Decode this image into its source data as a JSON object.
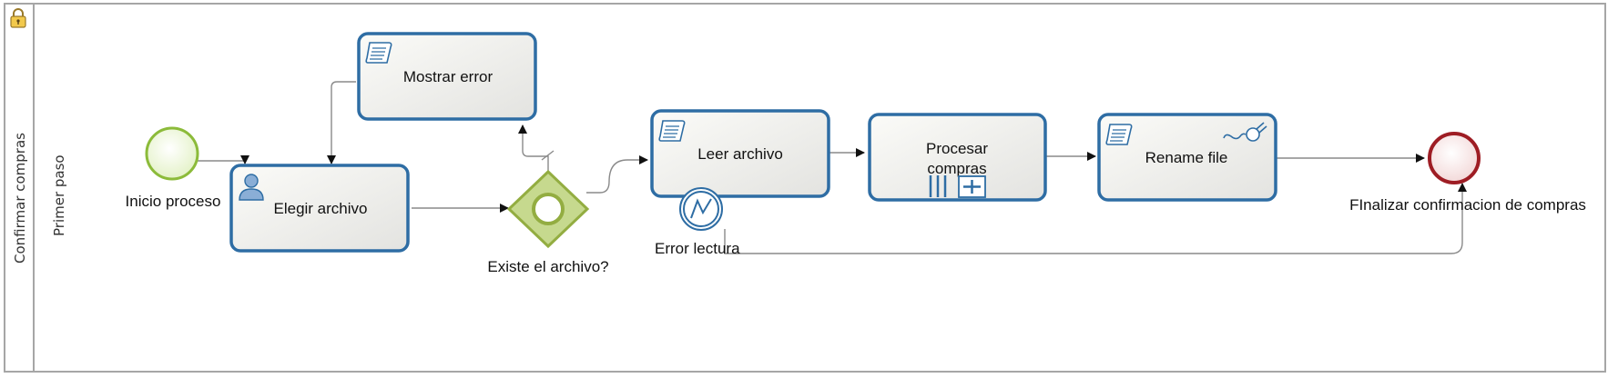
{
  "pool": {
    "label": "Confirmar compras"
  },
  "lane": {
    "label": "Primer paso"
  },
  "events": {
    "start": {
      "label": "Inicio proceso"
    },
    "end": {
      "label": "FInalizar confirmacion de compras"
    },
    "error_boundary": {
      "label": "Error lectura"
    }
  },
  "tasks": {
    "mostrar_error": {
      "label": "Mostrar error",
      "type": "script"
    },
    "elegir_archivo": {
      "label": "Elegir archivo",
      "type": "user"
    },
    "leer_archivo": {
      "label": "Leer archivo",
      "type": "script"
    },
    "procesar_compras": {
      "label_line1": "Procesar",
      "label_line2": "compras",
      "type": "multi-instance-subprocess"
    },
    "rename_file": {
      "label": "Rename file",
      "type": "script-connector"
    }
  },
  "gateway": {
    "label": "Existe el archivo?",
    "type": "inclusive"
  },
  "colors": {
    "task_border": "#2e6da4",
    "start_fill": "#eaf6d2",
    "start_border": "#8cbb3a",
    "end_fill": "#f8e6e6",
    "end_border": "#9e1d24",
    "gateway_fill": "#c6d98e",
    "gateway_border": "#93ad41",
    "connector": "#8a8a8a"
  }
}
